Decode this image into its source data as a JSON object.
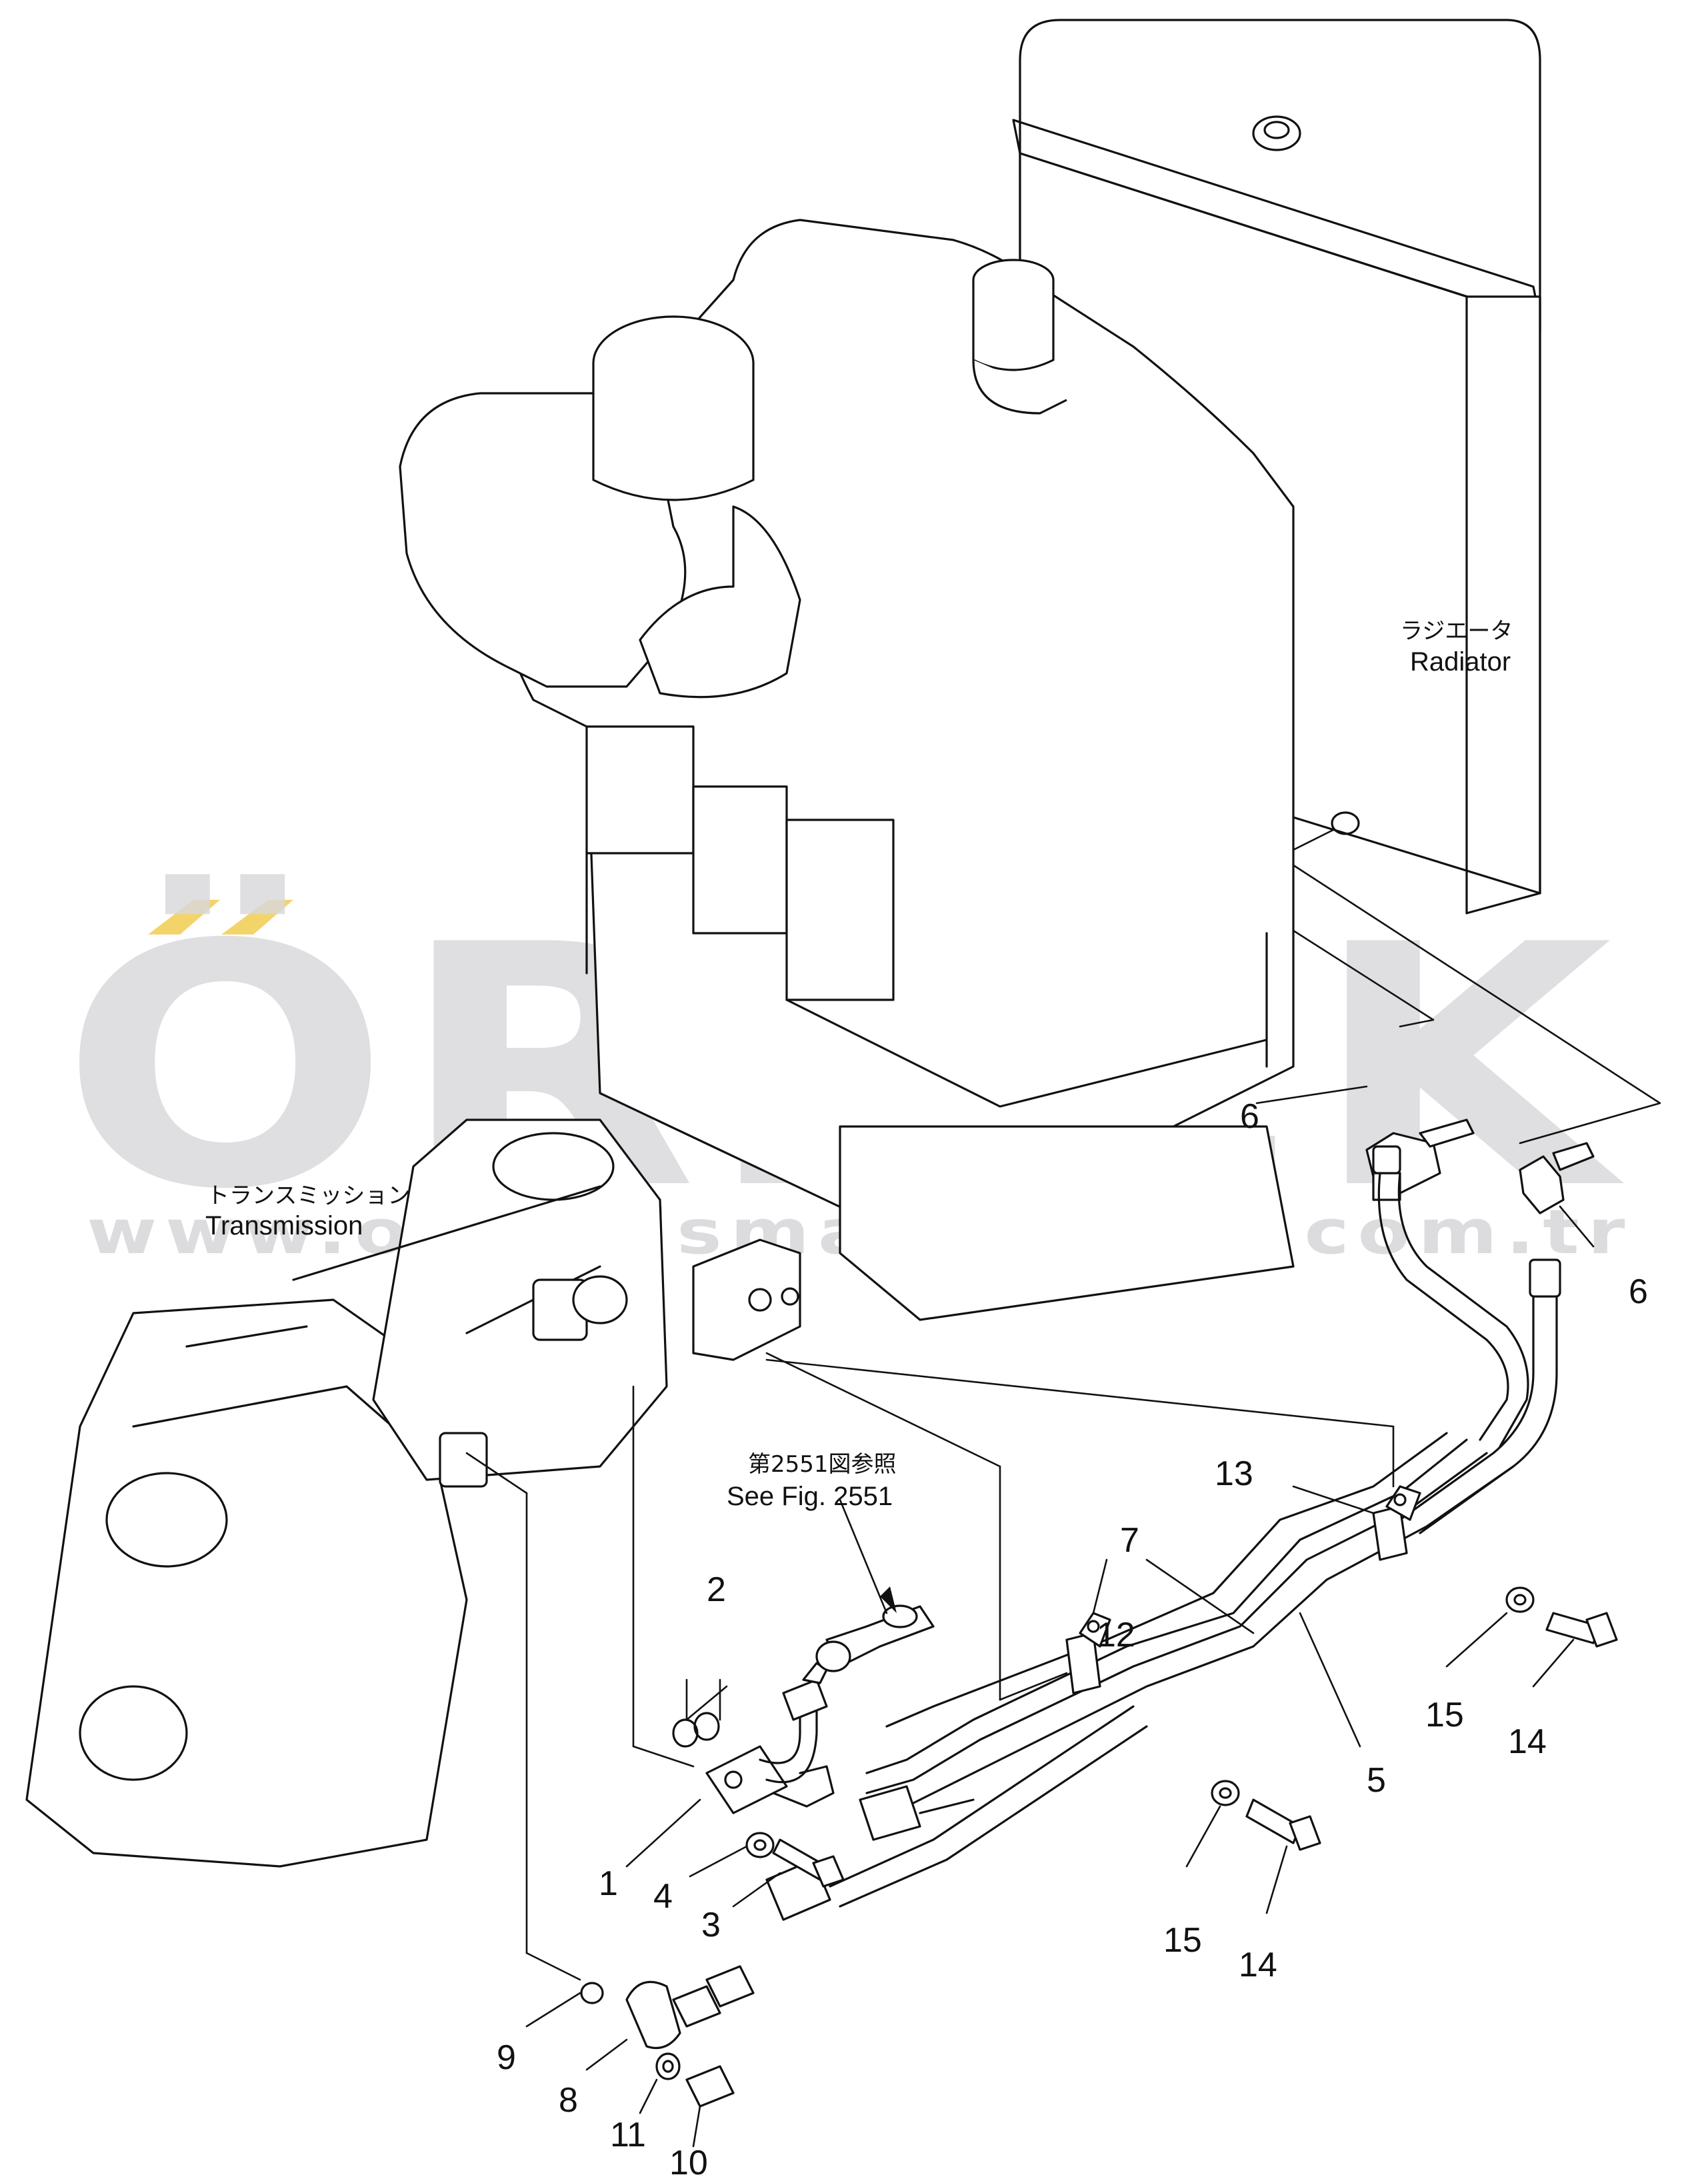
{
  "watermark": {
    "brand": "ÖRNEK",
    "url": "www.ornekismakinalari.com.tr",
    "accent_color": "#f3d46b",
    "text_color": "#d9d8dc"
  },
  "labels": {
    "radiator_jp": "ラジエータ",
    "radiator_en": "Radiator",
    "transmission_jp": "トランスミッション",
    "transmission_en": "Transmission",
    "see_fig_jp": "第2551図参照",
    "see_fig_en": "See Fig. 2551"
  },
  "callouts": [
    "1",
    "2",
    "3",
    "4",
    "5",
    "6",
    "6",
    "7",
    "8",
    "9",
    "10",
    "11",
    "12",
    "13",
    "14",
    "14",
    "15",
    "15"
  ]
}
